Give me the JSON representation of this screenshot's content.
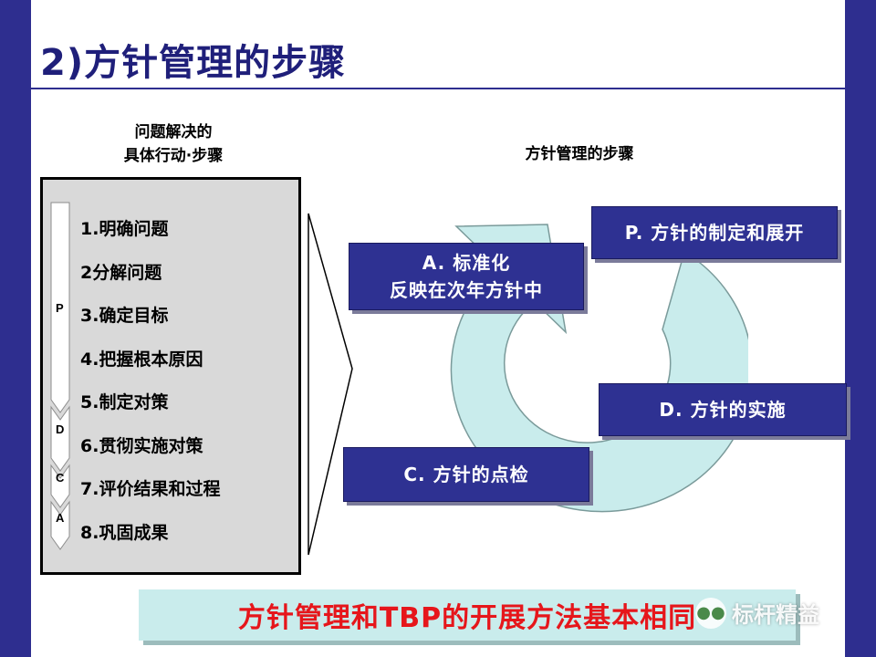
{
  "title": "2)方针管理的步骤",
  "left_heading": {
    "line1": "问题解决的",
    "line2": "具体行动·步骤"
  },
  "right_heading": "方针管理的步骤",
  "steps": [
    "1.明确问题",
    "2分解问题",
    "3.确定目标",
    "4.把握根本原因",
    "5.制定对策",
    "6.贯彻实施对策",
    "7.评价结果和过程",
    "8.巩固成果"
  ],
  "phase_labels": {
    "p": "P",
    "d": "D",
    "c": "C",
    "a": "A"
  },
  "cycle_boxes": {
    "a": {
      "line1": "A. 标准化",
      "line2": "反映在次年方针中"
    },
    "p": "P. 方针的制定和展开",
    "d": "D. 方针的实施",
    "c": "C. 方针的点检"
  },
  "banner": "方针管理和TBP的开展方法基本相同",
  "watermark": "标杆精益",
  "colors": {
    "band": "#2e2e8f",
    "box": "#2e3192",
    "cycle": "#c9ecec",
    "banner_text": "#e6161b"
  }
}
